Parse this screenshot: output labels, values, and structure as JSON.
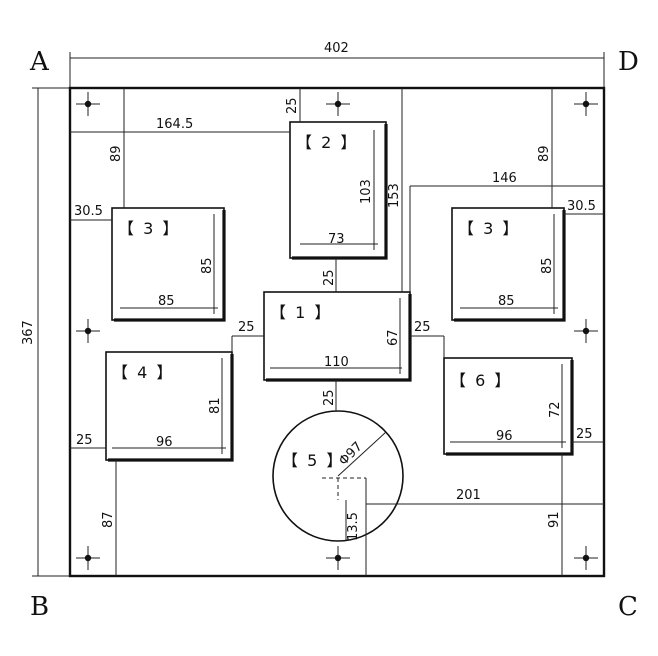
{
  "corners": {
    "top_left": "A",
    "top_right": "D",
    "bottom_left": "B",
    "bottom_right": "C"
  },
  "parts": {
    "p1": {
      "label": "【 1 】",
      "width": "110",
      "height": "67"
    },
    "p2": {
      "label": "【 2 】",
      "width": "73",
      "height": "103"
    },
    "p3_left": {
      "label": "【 3 】",
      "width": "85",
      "height": "85"
    },
    "p3_right": {
      "label": "【 3 】",
      "width": "85",
      "height": "85"
    },
    "p4": {
      "label": "【 4 】",
      "width": "96",
      "height": "81"
    },
    "p5": {
      "label": "【 5 】",
      "diameter": "Φ97"
    },
    "p6": {
      "label": "【 6 】",
      "width": "96",
      "height": "72"
    }
  },
  "dimensions": {
    "overall_width": "402",
    "overall_height": "367",
    "d_164_5": "164.5",
    "d_25_top": "25",
    "d_89_left": "89",
    "d_89_right": "89",
    "d_153": "153",
    "d_146": "146",
    "d_30_5_left": "30.5",
    "d_30_5_right": "30.5",
    "d_25_mid_a": "25",
    "d_25_left_1": "25",
    "d_25_right_1": "25",
    "d_25_below_1": "25",
    "d_25_left_4": "25",
    "d_25_right_6": "25",
    "d_201": "201",
    "d_87": "87",
    "d_91": "91",
    "d_13_5": "13.5"
  }
}
